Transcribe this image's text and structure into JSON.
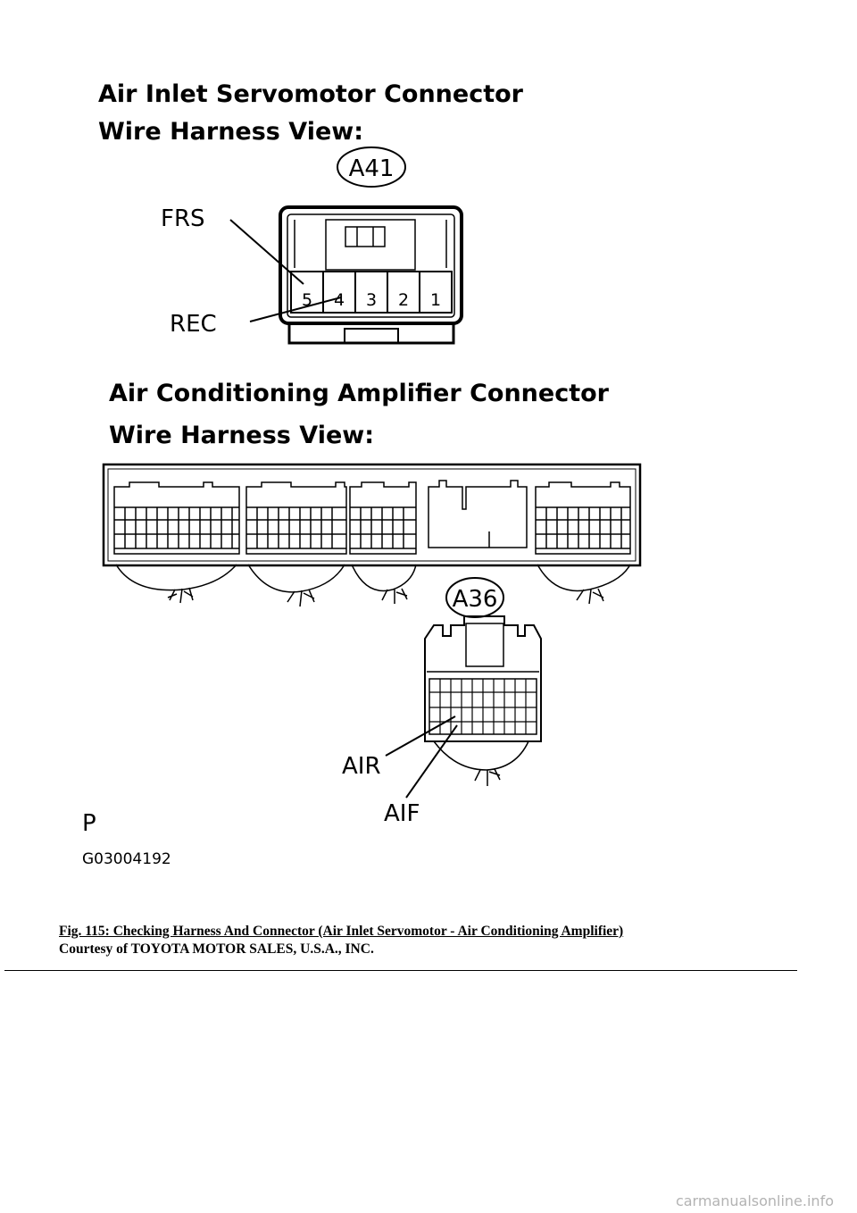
{
  "diagram": {
    "heading_a41": "Air Inlet Servomotor Connector",
    "subheading_a41": "Wire Harness View:",
    "connector_a41": {
      "id": "A41",
      "pins": [
        "5",
        "4",
        "3",
        "2",
        "1"
      ],
      "labels": {
        "frs": "FRS",
        "rec": "REC"
      }
    },
    "heading_a36": "Air Conditioning Amplifier Connector",
    "subheading_a36": "Wire Harness View:",
    "connector_a36": {
      "id": "A36",
      "labels": {
        "air": "AIR",
        "aif": "AIF"
      }
    },
    "code_letter": "P",
    "figure_code": "G03004192"
  },
  "caption": {
    "title": "Fig. 115: Checking Harness And Connector (Air Inlet Servomotor - Air Conditioning Amplifier)",
    "courtesy": "Courtesy of TOYOTA MOTOR SALES, U.S.A., INC."
  },
  "watermark": "carmanualsonline.info"
}
